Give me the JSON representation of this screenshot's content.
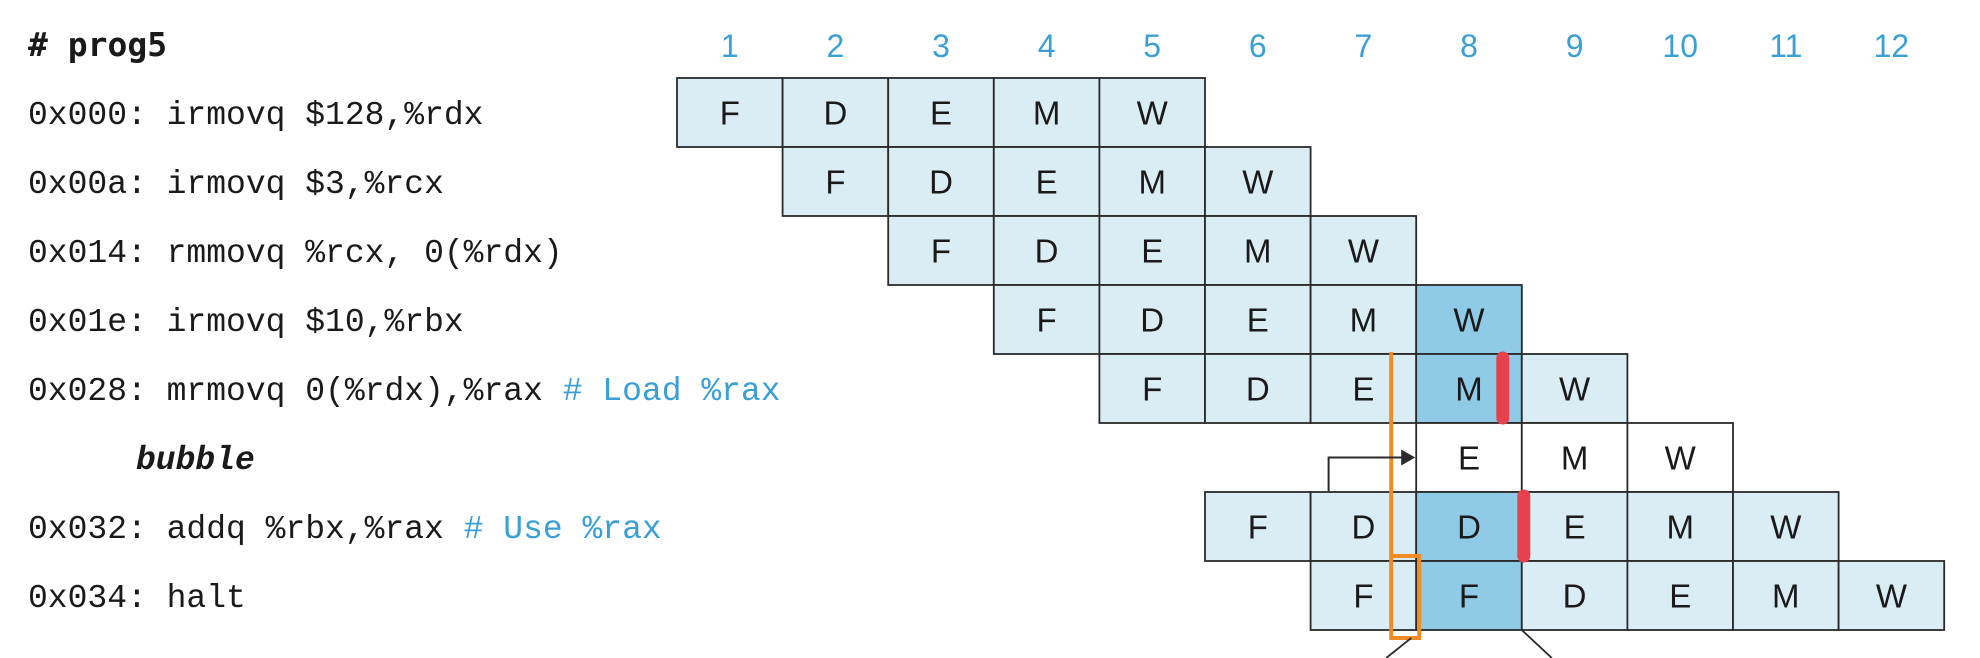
{
  "program_title": "# prog5",
  "cycles": [
    "1",
    "2",
    "3",
    "4",
    "5",
    "6",
    "7",
    "8",
    "9",
    "10",
    "11",
    "12"
  ],
  "colors": {
    "cell_light": "#daecf4",
    "cell_dark": "#8fcbe6",
    "cell_white": "#ffffff",
    "border": "#2a2a2a",
    "accent_blue": "#3a9fd6",
    "orange": "#ef8c24",
    "red": "#e5424d"
  },
  "instructions": [
    {
      "label": "0x000: irmovq $128,%rdx",
      "comment": "",
      "bubble": false,
      "start": 1,
      "stages": [
        {
          "s": "F",
          "c": "light"
        },
        {
          "s": "D",
          "c": "light"
        },
        {
          "s": "E",
          "c": "light"
        },
        {
          "s": "M",
          "c": "light"
        },
        {
          "s": "W",
          "c": "light"
        }
      ]
    },
    {
      "label": "0x00a: irmovq  $3,%rcx",
      "comment": "",
      "bubble": false,
      "start": 2,
      "stages": [
        {
          "s": "F",
          "c": "light"
        },
        {
          "s": "D",
          "c": "light"
        },
        {
          "s": "E",
          "c": "light"
        },
        {
          "s": "M",
          "c": "light"
        },
        {
          "s": "W",
          "c": "light"
        }
      ]
    },
    {
      "label": "0x014: rmmovq %rcx, 0(%rdx)",
      "comment": "",
      "bubble": false,
      "start": 3,
      "stages": [
        {
          "s": "F",
          "c": "light"
        },
        {
          "s": "D",
          "c": "light"
        },
        {
          "s": "E",
          "c": "light"
        },
        {
          "s": "M",
          "c": "light"
        },
        {
          "s": "W",
          "c": "light"
        }
      ]
    },
    {
      "label": "0x01e: irmovq $10,%rbx",
      "comment": "",
      "bubble": false,
      "start": 4,
      "stages": [
        {
          "s": "F",
          "c": "light"
        },
        {
          "s": "D",
          "c": "light"
        },
        {
          "s": "E",
          "c": "light"
        },
        {
          "s": "M",
          "c": "light"
        },
        {
          "s": "W",
          "c": "dark"
        }
      ]
    },
    {
      "label": "0x028: mrmovq 0(%rdx),%rax",
      "comment": "# Load %rax",
      "bubble": false,
      "start": 5,
      "stages": [
        {
          "s": "F",
          "c": "light"
        },
        {
          "s": "D",
          "c": "light"
        },
        {
          "s": "E",
          "c": "light"
        },
        {
          "s": "M",
          "c": "dark"
        },
        {
          "s": "W",
          "c": "light"
        }
      ]
    },
    {
      "label": "bubble",
      "comment": "",
      "bubble": true,
      "start": 8,
      "stages": [
        {
          "s": "E",
          "c": "white"
        },
        {
          "s": "M",
          "c": "white"
        },
        {
          "s": "W",
          "c": "white"
        }
      ]
    },
    {
      "label": "0x032: addq %rbx,%rax",
      "comment": "# Use %rax",
      "bubble": false,
      "start": 6,
      "stages": [
        {
          "s": "F",
          "c": "light"
        },
        {
          "s": "D",
          "c": "light"
        },
        {
          "s": "D",
          "c": "dark"
        },
        {
          "s": "E",
          "c": "light"
        },
        {
          "s": "M",
          "c": "light"
        },
        {
          "s": "W",
          "c": "light"
        }
      ]
    },
    {
      "label": "0x034: halt",
      "comment": "",
      "bubble": false,
      "start": 7,
      "stages": [
        {
          "s": "F",
          "c": "light"
        },
        {
          "s": "F",
          "c": "dark"
        },
        {
          "s": "D",
          "c": "light"
        },
        {
          "s": "E",
          "c": "light"
        },
        {
          "s": "M",
          "c": "light"
        },
        {
          "s": "W",
          "c": "light"
        }
      ]
    }
  ]
}
